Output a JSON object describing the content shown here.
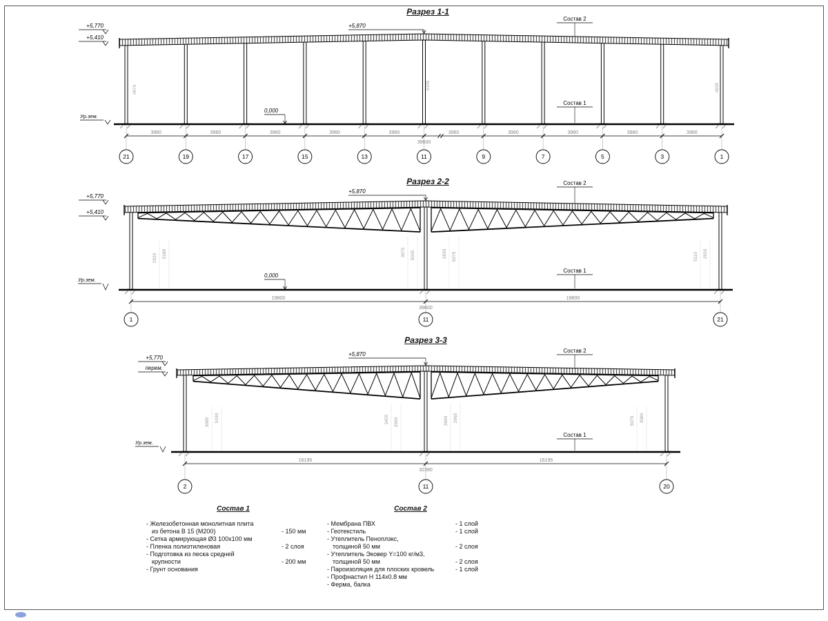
{
  "labels": {
    "sostav1": "Состав 1",
    "sostav2": "Состав 2",
    "ground": "Ур.зем.",
    "zero": "0,000"
  },
  "sections": [
    {
      "id": "1-1",
      "title": "Разрез 1-1",
      "elev_left_top": "+5,770",
      "elev_left_bottom": "+5,410",
      "elev_peak": "+5,870",
      "grid_bubbles": [
        "21",
        "19",
        "17",
        "15",
        "13",
        "11",
        "9",
        "7",
        "5",
        "3",
        "1"
      ],
      "bay_dims": [
        "3960",
        "3960",
        "3960",
        "3960",
        "3960",
        "3960",
        "3960",
        "3960",
        "3960",
        "3960"
      ],
      "total_dim": "39600",
      "inner_dims": [
        "4970",
        "5195",
        "4935"
      ]
    },
    {
      "id": "2-2",
      "title": "Разрез 2-2",
      "elev_left_top": "+5,770",
      "elev_left_bottom": "+5,410",
      "elev_peak": "+5,870",
      "grid_bubbles": [
        "1",
        "11",
        "21"
      ],
      "bay_dims": [
        "19800",
        "19800"
      ],
      "total_dim": "39600",
      "inner_dims": [
        "2920",
        "5180",
        "3975",
        "5035",
        "2830",
        "5075",
        "5110",
        "2920"
      ]
    },
    {
      "id": "3-3",
      "title": "Разрез 3-3",
      "elev_left_top": "+5,770",
      "elev_left_bottom": "перем.",
      "elev_peak": "+5,870",
      "grid_bubbles": [
        "2",
        "11",
        "20"
      ],
      "bay_dims": [
        "16195",
        "16195"
      ],
      "total_dim": "32390",
      "inner_dims": [
        "3085",
        "5190",
        "3455",
        "2950",
        "3960",
        "2965",
        "5070",
        "3080"
      ]
    }
  ],
  "compositions": [
    {
      "title": "Состав 1",
      "items": [
        {
          "lines": [
            "- Железобетонная  монолитная плита",
            "из бетона В 15 (М200)"
          ],
          "value": "- 150 мм"
        },
        {
          "lines": [
            "- Сетка армирующая Ø3 100х100 мм"
          ],
          "value": ""
        },
        {
          "lines": [
            "- Пленка полиэтиленовая"
          ],
          "value": "- 2 слоя"
        },
        {
          "lines": [
            "- Подготовка из песка средней",
            "крупности"
          ],
          "value": "- 200 мм"
        },
        {
          "lines": [
            "- Грунт основания"
          ],
          "value": ""
        }
      ]
    },
    {
      "title": "Состав 2",
      "items": [
        {
          "lines": [
            "- Мембрана ПВХ"
          ],
          "value": "- 1 слой"
        },
        {
          "lines": [
            "- Геотекстиль"
          ],
          "value": "- 1 слой"
        },
        {
          "lines": [
            "- Утеплитель Пеноплэкс,",
            "толщиной 50 мм"
          ],
          "value": "- 2 слоя"
        },
        {
          "lines": [
            "- Утеплитель Эковер Y=100 кг/м3,",
            "толщиной 50 мм"
          ],
          "value": "- 2 слоя"
        },
        {
          "lines": [
            "- Пароизоляция для плоских кровель"
          ],
          "value": "- 1 слой"
        },
        {
          "lines": [
            "- Профнастил Н 114х0.8 мм"
          ],
          "value": ""
        },
        {
          "lines": [
            "- Ферма, балка"
          ],
          "value": ""
        }
      ]
    }
  ]
}
